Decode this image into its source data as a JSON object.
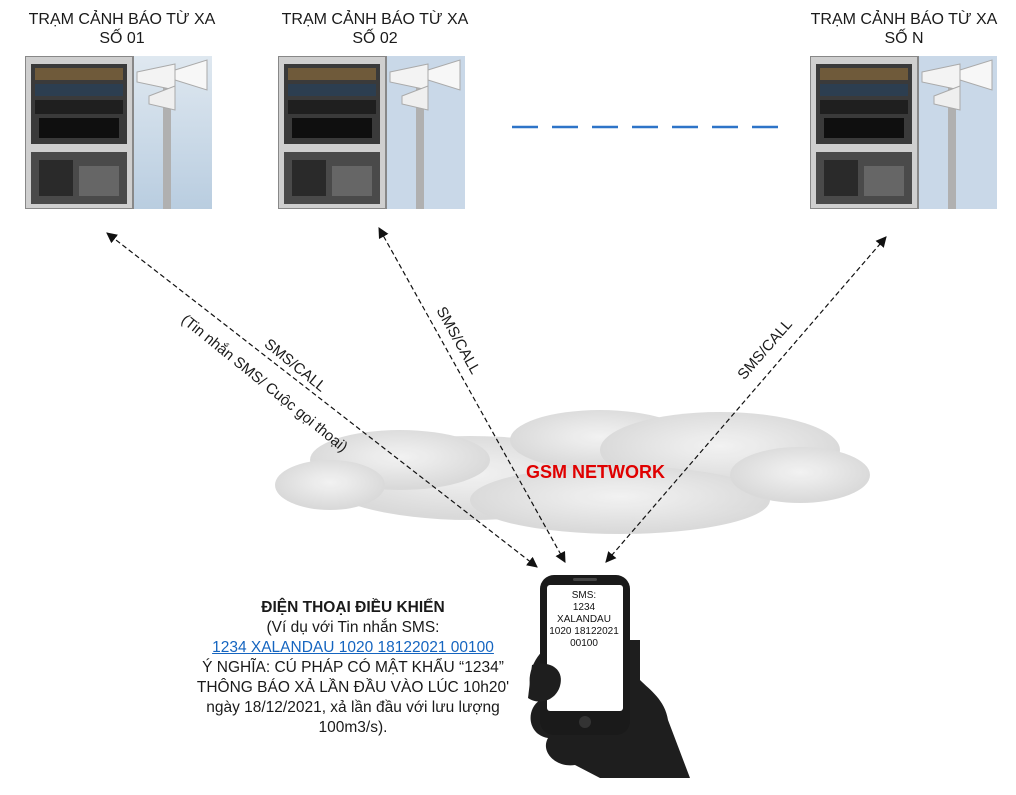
{
  "stations": [
    {
      "title_line1": "TRẠM CẢNH BÁO TỪ XA",
      "title_line2": "SỐ 01"
    },
    {
      "title_line1": "TRẠM CẢNH BÁO TỪ XA",
      "title_line2": "SỐ 02"
    },
    {
      "title_line1": "TRẠM CẢNH BÁO TỪ XA",
      "title_line2": "SỐ N"
    }
  ],
  "links": {
    "left_main": "SMS/CALL",
    "left_sub": "(Tin nhắn SMS/ Cuộc gọi thoại)",
    "middle": "SMS/CALL",
    "right": "SMS/CALL"
  },
  "network": {
    "label": "GSM NETWORK",
    "color": "#e00000"
  },
  "phone_screen": [
    "SMS:",
    "1234",
    "XALANDAU",
    "1020 18122021",
    "00100"
  ],
  "info": {
    "title": "ĐIỆN THOẠI ĐIỀU KHIỂN",
    "line1": "(Ví dụ với Tin nhắn SMS:",
    "example": "1234 XALANDAU 1020 18122021 00100",
    "line2": "Ý NGHĨA: CÚ PHÁP CÓ MẬT KHẨU “1234”",
    "line3": "THÔNG BÁO XẢ LẦN ĐẦU VÀO LÚC 10h20'",
    "line4": "ngày 18/12/2021, xả lần đầu với lưu lượng",
    "line5": "100m3/s)."
  },
  "colors": {
    "link": "#1565c0",
    "dash_line": "#2e74c8"
  }
}
